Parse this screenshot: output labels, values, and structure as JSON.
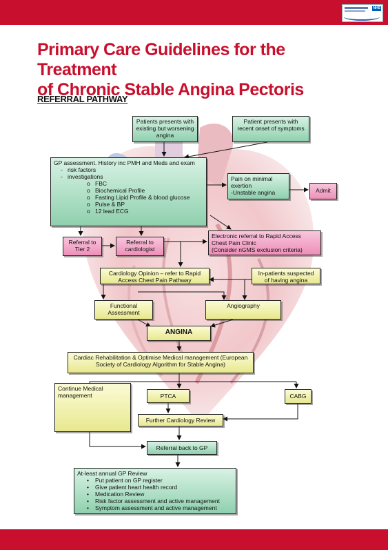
{
  "header": {
    "logo_label": "NHS"
  },
  "title": {
    "line1": "Primary Care Guidelines for the Treatment",
    "line2": "of Chronic Stable Angina Pectoris"
  },
  "subtitle": "REFERRAL PATHWAY",
  "boxes": {
    "worsening": "Patients presents with existing but worsening angina",
    "recent": "Patient presents with recent onset of symptoms",
    "gp": {
      "heading": "GP assessment. History inc PMH and Meds and exam",
      "items": [
        "risk factors",
        "investigations"
      ],
      "investigations": [
        "FBC",
        "Biochemical Profile",
        "Fasting Lipid Profile & blood glucose",
        "Pulse & BP",
        "12 lead ECG"
      ]
    },
    "pain": {
      "line1": "Pain on minimal exertion",
      "line2": "-Unstable angina"
    },
    "admit": "Admit",
    "tier2": "Referral to Tier 2",
    "cardiologist": "Referral to cardiologist",
    "electronic": {
      "line1": "Electronic referral to Rapid Access Chest Pain Clinic",
      "line2": "(Consider nGMS exclusion criteria)"
    },
    "opinion": "Cardiology Opinion – refer to Rapid Access Chest Pain Pathway",
    "inpatients": "In-patients suspected of having angina",
    "functional": "Functional Assessment",
    "angiography": "Angiography",
    "angina": "ANGINA",
    "rehab": "Cardiac Rehabilitation & Optimise Medical management (European Society of Cardiology Algorithm for Stable Angina)",
    "continue": "Continue Medical management",
    "ptca": "PTCA",
    "cabg": "CABG",
    "further": "Further Cardiology Review",
    "backgp": "Referral back to GP",
    "annual": {
      "heading": "At-least annual GP Review",
      "items": [
        "Put patient on GP register",
        "Give patient heart health record",
        "Medication Review",
        "Risk factor assessment and active management",
        "Symptom assessment and active management"
      ]
    }
  },
  "colors": {
    "brand_red": "#c8102e",
    "green_box": "#a8dcc0",
    "pink_box": "#f2a6c8",
    "yellow_box": "#eeeea0"
  }
}
